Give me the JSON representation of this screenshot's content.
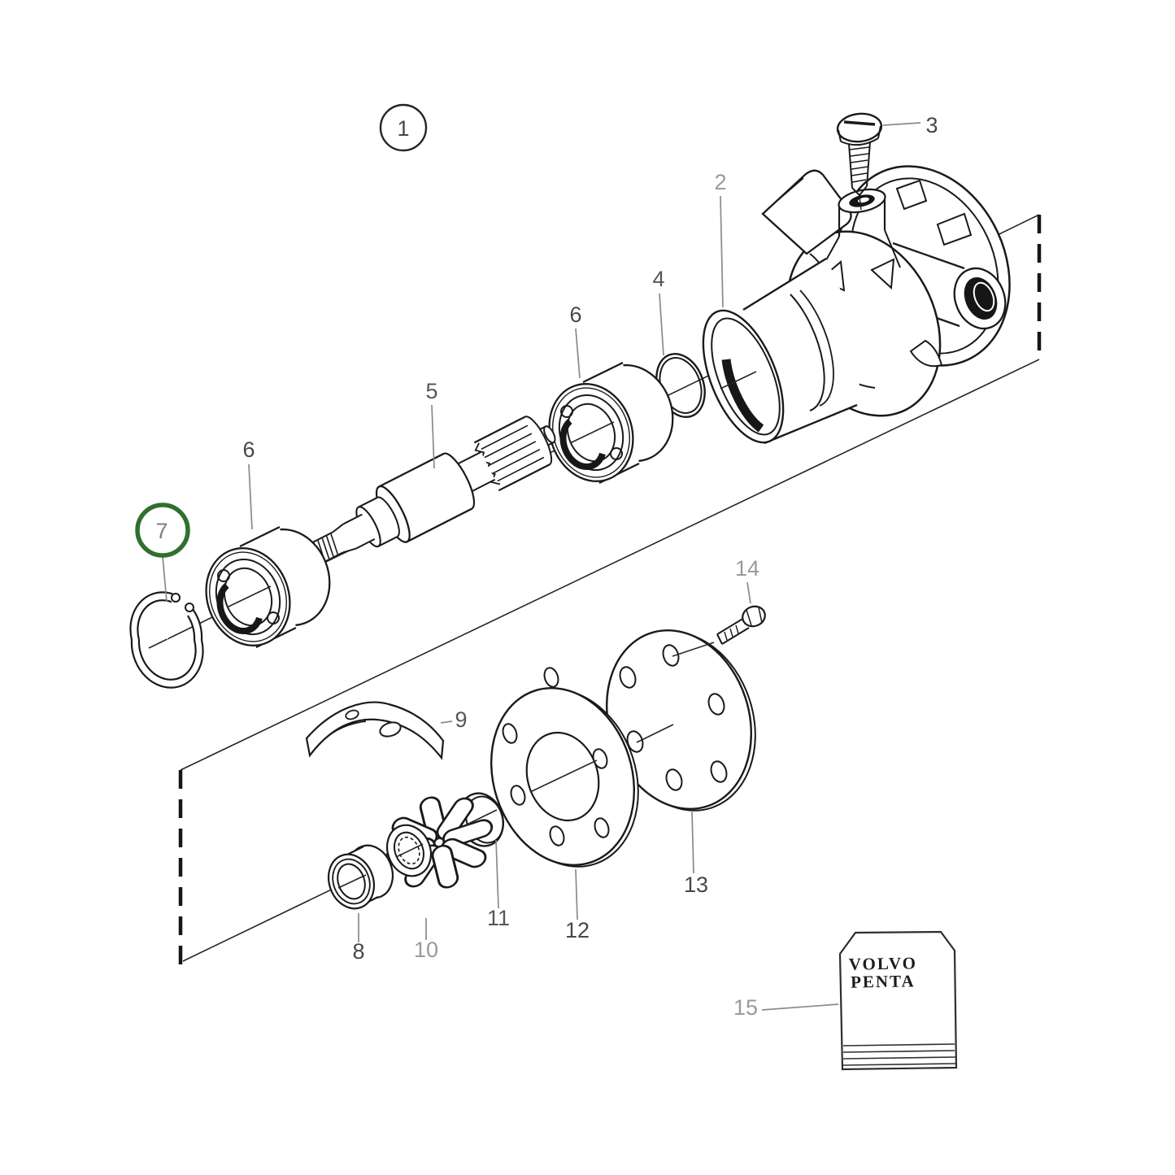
{
  "diagram": {
    "figure_ref": "1",
    "highlight": {
      "target": "7",
      "color": "#2f7030"
    },
    "brand": {
      "line1": "VOLVO",
      "line2": "PENTA"
    },
    "callouts": {
      "c2": "2",
      "c3": "3",
      "c4": "4",
      "c5": "5",
      "c6a": "6",
      "c6b": "6",
      "c7": "7",
      "c8": "8",
      "c9": "9",
      "c10": "10",
      "c11": "11",
      "c12": "12",
      "c13": "13",
      "c14": "14",
      "c15": "15"
    }
  }
}
